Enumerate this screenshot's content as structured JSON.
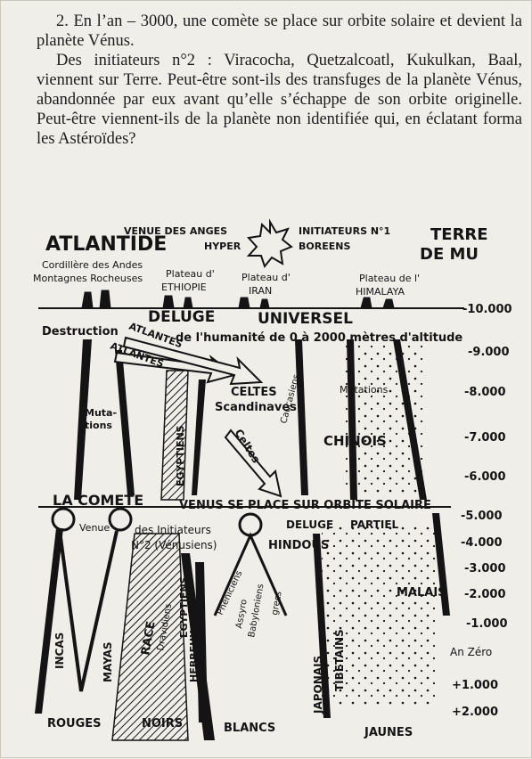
{
  "text": {
    "para1": "2. En l’an – 3000, une comète se place sur orbite solaire et devient la planète Vénus.",
    "para2": "Des initiateurs n°2 : Viracocha, Quetzalcoatl, Kukulkan, Baal, viennent sur Terre. Peut-être sont-ils des transfuges de la planète Vénus, abandonnée par eux avant qu’elle s’échappe de son orbite originelle. Peut-être viennent-ils de la planète non identifiée qui, en éclatant forma les Astéroïdes?"
  },
  "diagram": {
    "header": {
      "atlantide": "ATLANTIDE",
      "venue_line1": "VENUE DES ANGES",
      "venue_line2": "HYPER",
      "initiateurs_line1": "INITIATEURS N°1",
      "initiateurs_line2": "BOREENS",
      "terre_line1": "TERRE",
      "terre_line2": "DE MU"
    },
    "places": {
      "cordillere": "Cordillère des Andes",
      "montagnes": "Montagnes Rocheuses",
      "ethiopie_1": "Plateau d'",
      "ethiopie_2": "ETHIOPIE",
      "iran_1": "Plateau d'",
      "iran_2": "IRAN",
      "himalaya_1": "Plateau de l'",
      "himalaya_2": "HIMALAYA"
    },
    "deluge_word": "DELUGE",
    "universel_word": "UNIVERSEL",
    "destruction_line": "Destruction",
    "humanite_line": "de l'humanité de 0 à 2000 mètres d'altitude",
    "atlantes_1": "ATLANTES",
    "atlantes_2": "ATLANTES",
    "mutations_left": "Muta-\ntions",
    "mutations_right": "Mutations",
    "celtes_1": "CELTES",
    "scandinaves": "Scandinaves",
    "celtes_2": "Celtes",
    "caucasiens": "Caucasiens",
    "chinois": "CHINOIS",
    "egyptiens_upper": "EGYPTIENS",
    "comete_line": "LA COMETE",
    "venus_line": "VENUS SE PLACE SUR ORBITE SOLAIRE",
    "venue_initiateurs_1": "Venue",
    "venue_initiateurs_2": "des Initiateurs",
    "venue_initiateurs_3": "N°2 (Vénusiens)",
    "deluge_partiel_1": "DELUGE",
    "deluge_partiel_2": "PARTIEL",
    "hindous": "HINDOUS",
    "incas": "INCAS",
    "mayas": "MAYAS",
    "egyptiens_lower": "EGYPTIENS",
    "hebreux": "HEBREUX",
    "phenicien": "Phéniciens",
    "assyro": "Assyro",
    "babyloniens": "Babyloniens",
    "grecs": "grecs",
    "japonais": "JAPONAIS",
    "tibetains": "TIBETAINS",
    "malais": "MALAIS",
    "an_zero": "An Zéro",
    "race_1": "RACE",
    "race_2": "Dravidiens",
    "rouges": "ROUGES",
    "noirs": "NOIRS",
    "blancs": "BLANCS",
    "jaunes": "JAUNES",
    "timeline": [
      "-10.000",
      "-9.000",
      "-8.000",
      "-7.000",
      "-6.000",
      "-5.000",
      "-4.000",
      "-3.000",
      "-2.000",
      "-1.000",
      "An Zéro",
      "+1.000",
      "+2.000"
    ]
  }
}
